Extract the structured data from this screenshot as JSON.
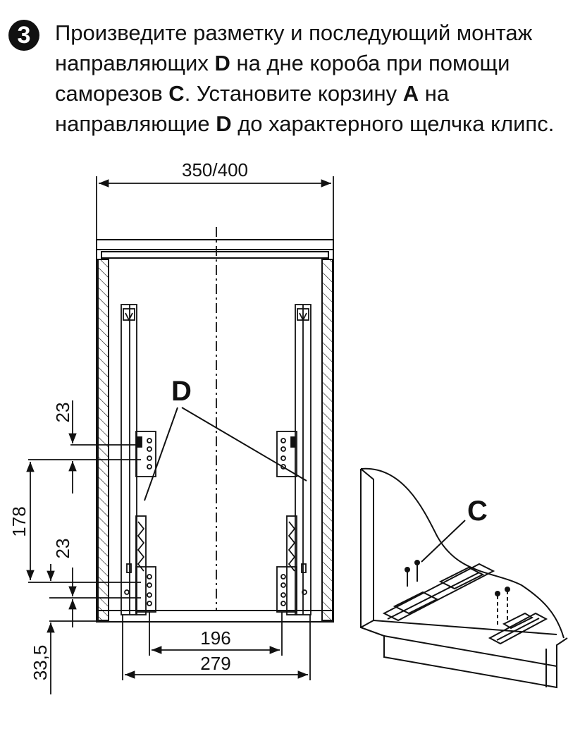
{
  "step": {
    "number": "3",
    "text": [
      {
        "t": "Произведите разметку и последующий монтаж направляющих ",
        "b": false
      },
      {
        "t": "D",
        "b": true
      },
      {
        "t": " на дне короба при помощи саморезов ",
        "b": false
      },
      {
        "t": "C",
        "b": true
      },
      {
        "t": ". Установите корзину ",
        "b": false
      },
      {
        "t": "A",
        "b": true
      },
      {
        "t": " на направляющие ",
        "b": false
      },
      {
        "t": "D",
        "b": true
      },
      {
        "t": " до характерного щелчка клипс.",
        "b": false
      }
    ]
  },
  "diagram": {
    "dim_width": "350/400",
    "dim_178": "178",
    "dim_23_top": "23",
    "dim_23_bottom": "23",
    "dim_33_5": "33,5",
    "dim_196": "196",
    "dim_279": "279",
    "label_d": "D",
    "label_c": "C"
  }
}
